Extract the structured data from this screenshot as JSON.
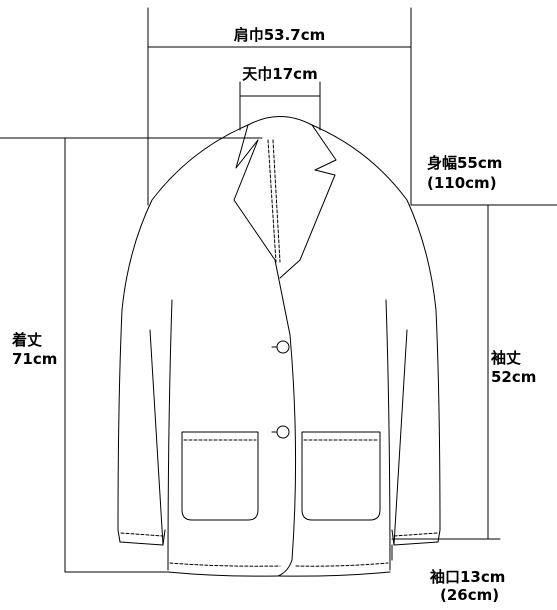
{
  "measurements": {
    "shoulder_width": {
      "label": "肩巾53.7cm"
    },
    "neck_width": {
      "label": "天巾17cm"
    },
    "body_width": {
      "label": "身幅55cm",
      "sub": "(110cm)"
    },
    "length": {
      "label": "着丈",
      "value": "71cm"
    },
    "sleeve_length": {
      "label": "袖丈",
      "value": "52cm"
    },
    "cuff": {
      "label": "袖口13cm",
      "sub": "(26cm)"
    }
  },
  "colors": {
    "line": "#000000",
    "background": "#ffffff"
  }
}
